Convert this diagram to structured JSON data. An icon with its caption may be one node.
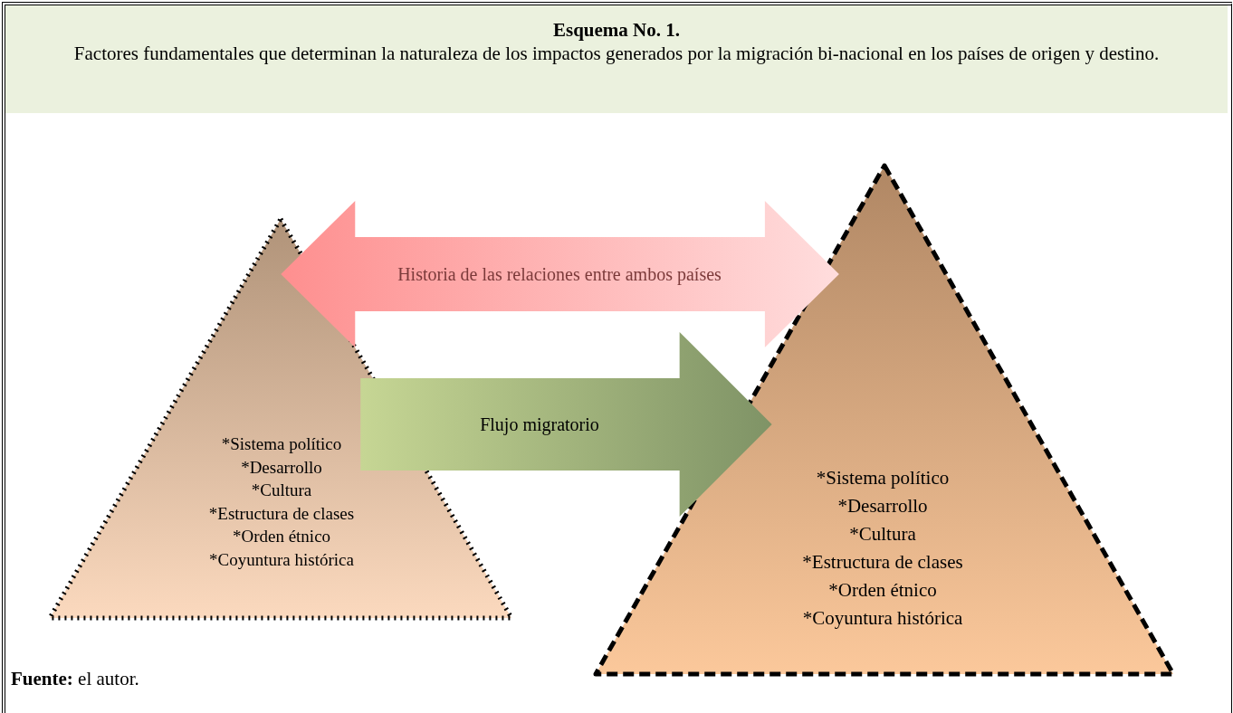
{
  "diagram": {
    "title": "Esquema No. 1.",
    "caption": "**Fuente:** el autor.",
    "labels": [
      "Factores fundamentales que determinan la naturaleza de los impactos generados por la migración bi-nacional en los países de origen y destino."
    ],
    "nodes": [
      {
        "text": [
          "*Sistema político",
          "*Desarrollo",
          "*Cultura",
          "*Estructura de clases",
          "*Orden étnico",
          "*Coyuntura histórica"
        ]
      },
      {
        "text": [
          "*Sistema político",
          "*Desarrollo",
          "*Cultura",
          "*Estructura de clases",
          "*Orden étnico",
          "*Coyuntura histórica"
        ]
      }
    ],
    "edges": [
      {
        "from": 0,
        "to": 1,
        "arrow": "both",
        "label": "Historia de las relaciones entre ambos países",
        "color": "#fe8f8f"
      },
      {
        "from": 0,
        "to": 1,
        "arrow": "to",
        "label": "Flujo migratorio",
        "color": "#7f9366"
      }
    ]
  }
}
